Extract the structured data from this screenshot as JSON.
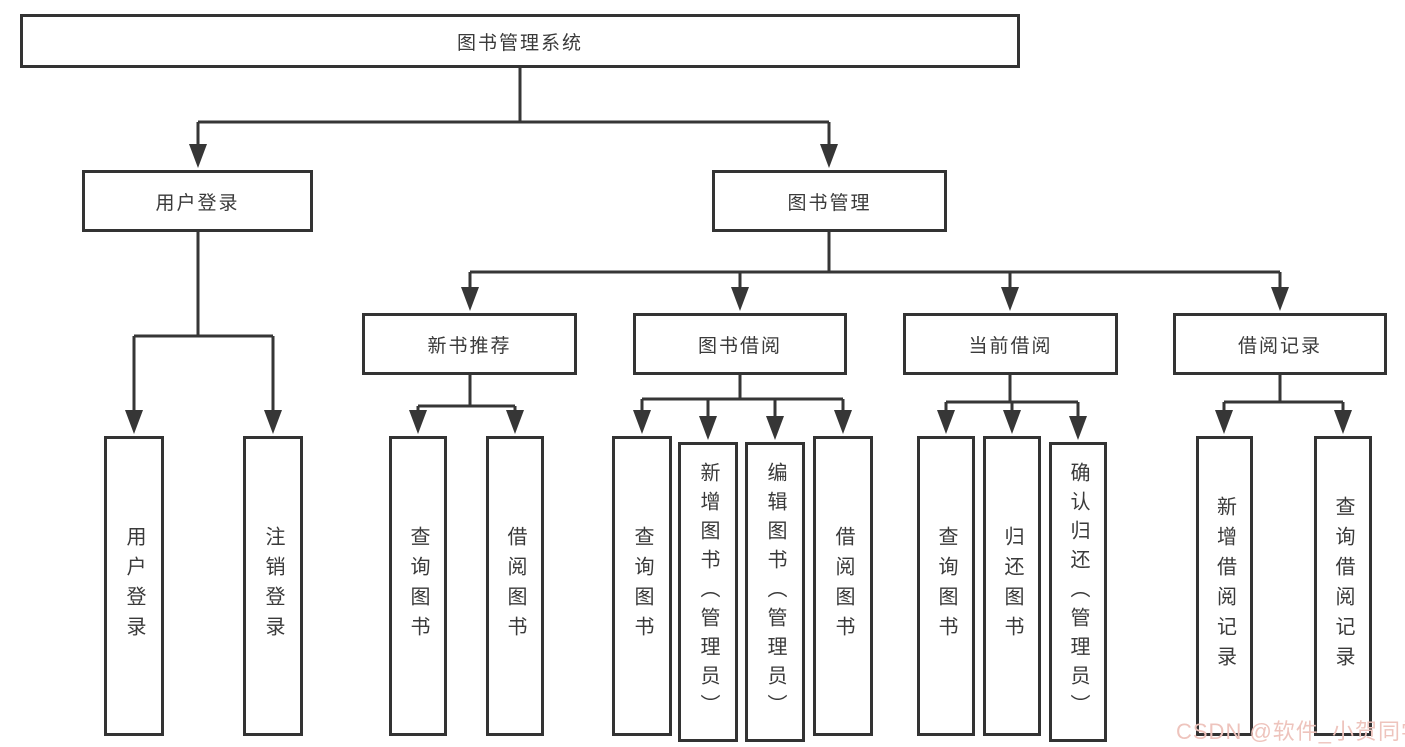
{
  "colors": {
    "border": "#333333",
    "line": "#363636",
    "text": "#3a3a3a"
  },
  "watermark": {
    "text": "CSDN @软件_小贺同学",
    "color": "#eec4bd"
  },
  "tree": {
    "label": "图书管理系统",
    "children": [
      {
        "label": "用户登录",
        "children": [
          {
            "label": "用户登录"
          },
          {
            "label": "注销登录"
          }
        ]
      },
      {
        "label": "图书管理",
        "children": [
          {
            "label": "新书推荐",
            "children": [
              {
                "label": "查询图书"
              },
              {
                "label": "借阅图书"
              }
            ]
          },
          {
            "label": "图书借阅",
            "children": [
              {
                "label": "查询图书"
              },
              {
                "label": "新增图书（管理员）"
              },
              {
                "label": "编辑图书（管理员）"
              },
              {
                "label": "借阅图书"
              }
            ]
          },
          {
            "label": "当前借阅",
            "children": [
              {
                "label": "查询图书"
              },
              {
                "label": "归还图书"
              },
              {
                "label": "确认归还（管理员）"
              }
            ]
          },
          {
            "label": "借阅记录",
            "children": [
              {
                "label": "新增借阅记录"
              },
              {
                "label": "查询借阅记录"
              }
            ]
          }
        ]
      }
    ]
  }
}
